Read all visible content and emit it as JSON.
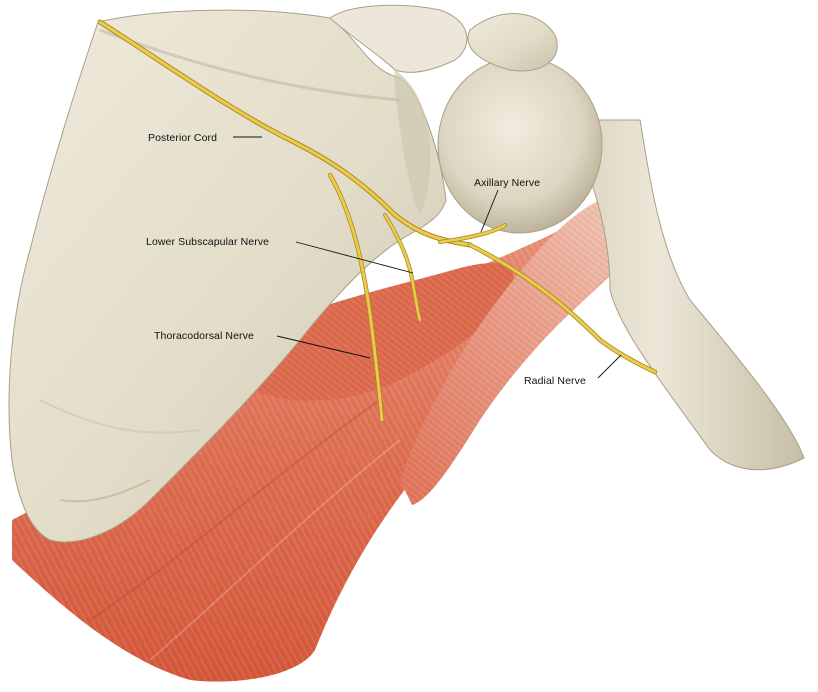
{
  "colors": {
    "background": "#ffffff",
    "bone": "#e6e0cf",
    "bone_shadow": "#b9b19a",
    "muscle": "#e07a5c",
    "muscle_dark": "#b8452e",
    "nerve": "#e9c94a",
    "nerve_edge": "#a88620",
    "label_text": "#111111"
  },
  "labels": {
    "posterior_cord": "Posterior Cord",
    "axillary_nerve": "Axillary Nerve",
    "lower_subscapular_nerve": "Lower Subscapular Nerve",
    "thoracodorsal_nerve": "Thoracodorsal Nerve",
    "radial_nerve": "Radial Nerve"
  }
}
